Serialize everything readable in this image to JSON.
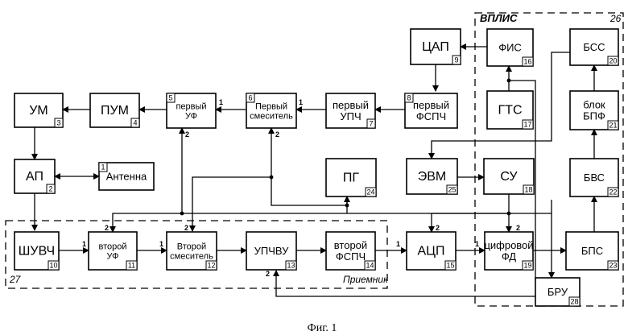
{
  "caption": "Фиг. 1",
  "groups": {
    "receiver": {
      "number": "27",
      "label": "Приемник"
    },
    "fpga": {
      "number": "26",
      "label": "ВПЛИС"
    }
  },
  "blocks": {
    "b1": {
      "number": "1",
      "lines": [
        "Антенна"
      ]
    },
    "b2": {
      "number": "2",
      "lines": [
        "АП"
      ]
    },
    "b3": {
      "number": "3",
      "lines": [
        "УМ"
      ]
    },
    "b4": {
      "number": "4",
      "lines": [
        "ПУМ"
      ]
    },
    "b5": {
      "number": "5",
      "lines": [
        "первый",
        "УФ"
      ]
    },
    "b6": {
      "number": "6",
      "lines": [
        "Первый",
        "смеситель"
      ]
    },
    "b7": {
      "number": "7",
      "lines": [
        "первый",
        "УПЧ"
      ]
    },
    "b8": {
      "number": "8",
      "lines": [
        "первый",
        "ФСПЧ"
      ]
    },
    "b9": {
      "number": "9",
      "lines": [
        "ЦАП"
      ]
    },
    "b10": {
      "number": "10",
      "lines": [
        "ШУВЧ"
      ]
    },
    "b11": {
      "number": "11",
      "lines": [
        "второй",
        "УФ"
      ]
    },
    "b12": {
      "number": "12",
      "lines": [
        "Второй",
        "смеситель"
      ]
    },
    "b13": {
      "number": "13",
      "lines": [
        "УПЧВУ"
      ]
    },
    "b14": {
      "number": "14",
      "lines": [
        "второй",
        "ФСПЧ"
      ]
    },
    "b15": {
      "number": "15",
      "lines": [
        "АЦП"
      ]
    },
    "b16": {
      "number": "16",
      "lines": [
        "ФИС"
      ]
    },
    "b17": {
      "number": "17",
      "lines": [
        "ГТС"
      ]
    },
    "b18": {
      "number": "18",
      "lines": [
        "СУ"
      ]
    },
    "b19": {
      "number": "19",
      "lines": [
        "цифровой",
        "ФД"
      ]
    },
    "b20": {
      "number": "20",
      "lines": [
        "БСС"
      ]
    },
    "b21": {
      "number": "21",
      "lines": [
        "блок",
        "БПФ"
      ]
    },
    "b22": {
      "number": "22",
      "lines": [
        "БВС"
      ]
    },
    "b23": {
      "number": "23",
      "lines": [
        "БПС"
      ]
    },
    "b24": {
      "number": "24",
      "lines": [
        "ПГ"
      ]
    },
    "b25": {
      "number": "25",
      "lines": [
        "ЭВМ"
      ]
    },
    "b28": {
      "number": "28",
      "lines": [
        "БРУ"
      ]
    }
  },
  "ports": [
    "1",
    "2"
  ]
}
